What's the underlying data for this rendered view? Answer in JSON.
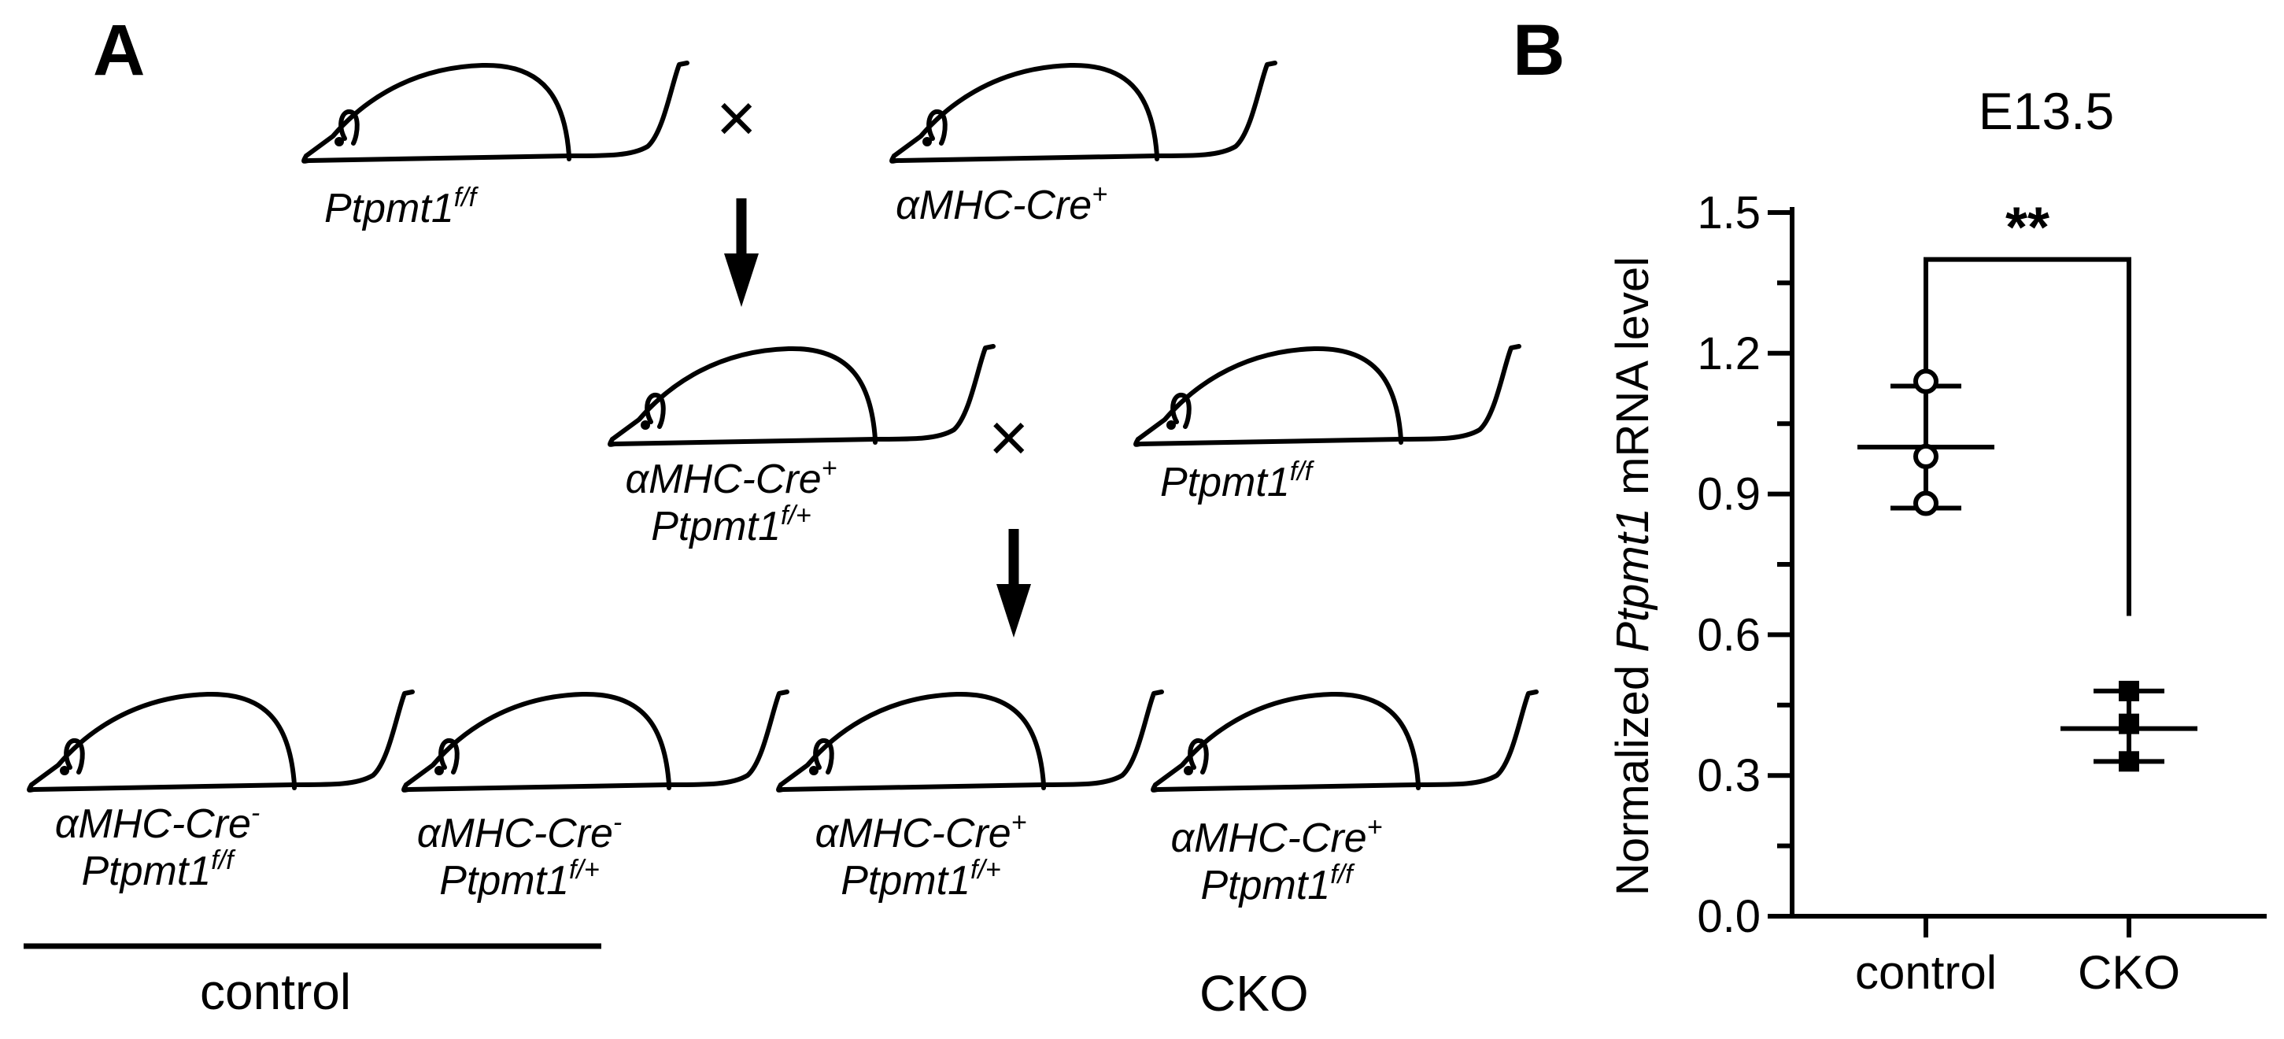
{
  "panels": {
    "a_label": "A",
    "b_label": "B"
  },
  "cross_symbol": "×",
  "breeding": {
    "gen1": {
      "left_gene": "Ptpmt1",
      "left_sup": "f/f",
      "right_prefix": "αMHC-Cre",
      "right_sup": "+"
    },
    "gen2": {
      "left_line1_prefix": "αMHC-Cre",
      "left_line1_sup": "+",
      "left_line2_gene": "Ptpmt1",
      "left_line2_sup": "f/+",
      "right_gene": "Ptpmt1",
      "right_sup": "f/f"
    },
    "offspring": [
      {
        "cre": "αMHC-Cre",
        "cre_sup": "-",
        "gene": "Ptpmt1",
        "gene_sup": "f/f"
      },
      {
        "cre": "αMHC-Cre",
        "cre_sup": "-",
        "gene": "Ptpmt1",
        "gene_sup": "f/+"
      },
      {
        "cre": "αMHC-Cre",
        "cre_sup": "+",
        "gene": "Ptpmt1",
        "gene_sup": "f/+"
      },
      {
        "cre": "αMHC-Cre",
        "cre_sup": "+",
        "gene": "Ptpmt1",
        "gene_sup": "f/f"
      }
    ],
    "control_label": "control",
    "cko_label": "CKO"
  },
  "chart_data": {
    "type": "scatter",
    "title": "E13.5",
    "ylabel_prefix": "Normalized ",
    "ylabel_gene": "Ptpmt1",
    "ylabel_suffix": " mRNA level",
    "ylim": [
      0,
      1.5
    ],
    "yticks": [
      0.0,
      0.3,
      0.6,
      0.9,
      1.2,
      1.5
    ],
    "ytick_labels": [
      "0.0",
      "0.3",
      "0.6",
      "0.9",
      "1.2",
      "1.5"
    ],
    "categories": [
      "control",
      "CKO"
    ],
    "series": [
      {
        "category": "control",
        "marker": "open-circle",
        "points": [
          1.14,
          0.98,
          0.88
        ],
        "mean": 1.0,
        "sd_low": 0.87,
        "sd_high": 1.13
      },
      {
        "category": "CKO",
        "marker": "filled-square",
        "points": [
          0.48,
          0.41,
          0.33
        ],
        "mean": 0.4,
        "sd_low": 0.33,
        "sd_high": 0.48
      }
    ],
    "significance": {
      "label": "**",
      "bracket_y": 1.4,
      "left_end_y": 1.13,
      "right_end_y": 0.64
    }
  }
}
